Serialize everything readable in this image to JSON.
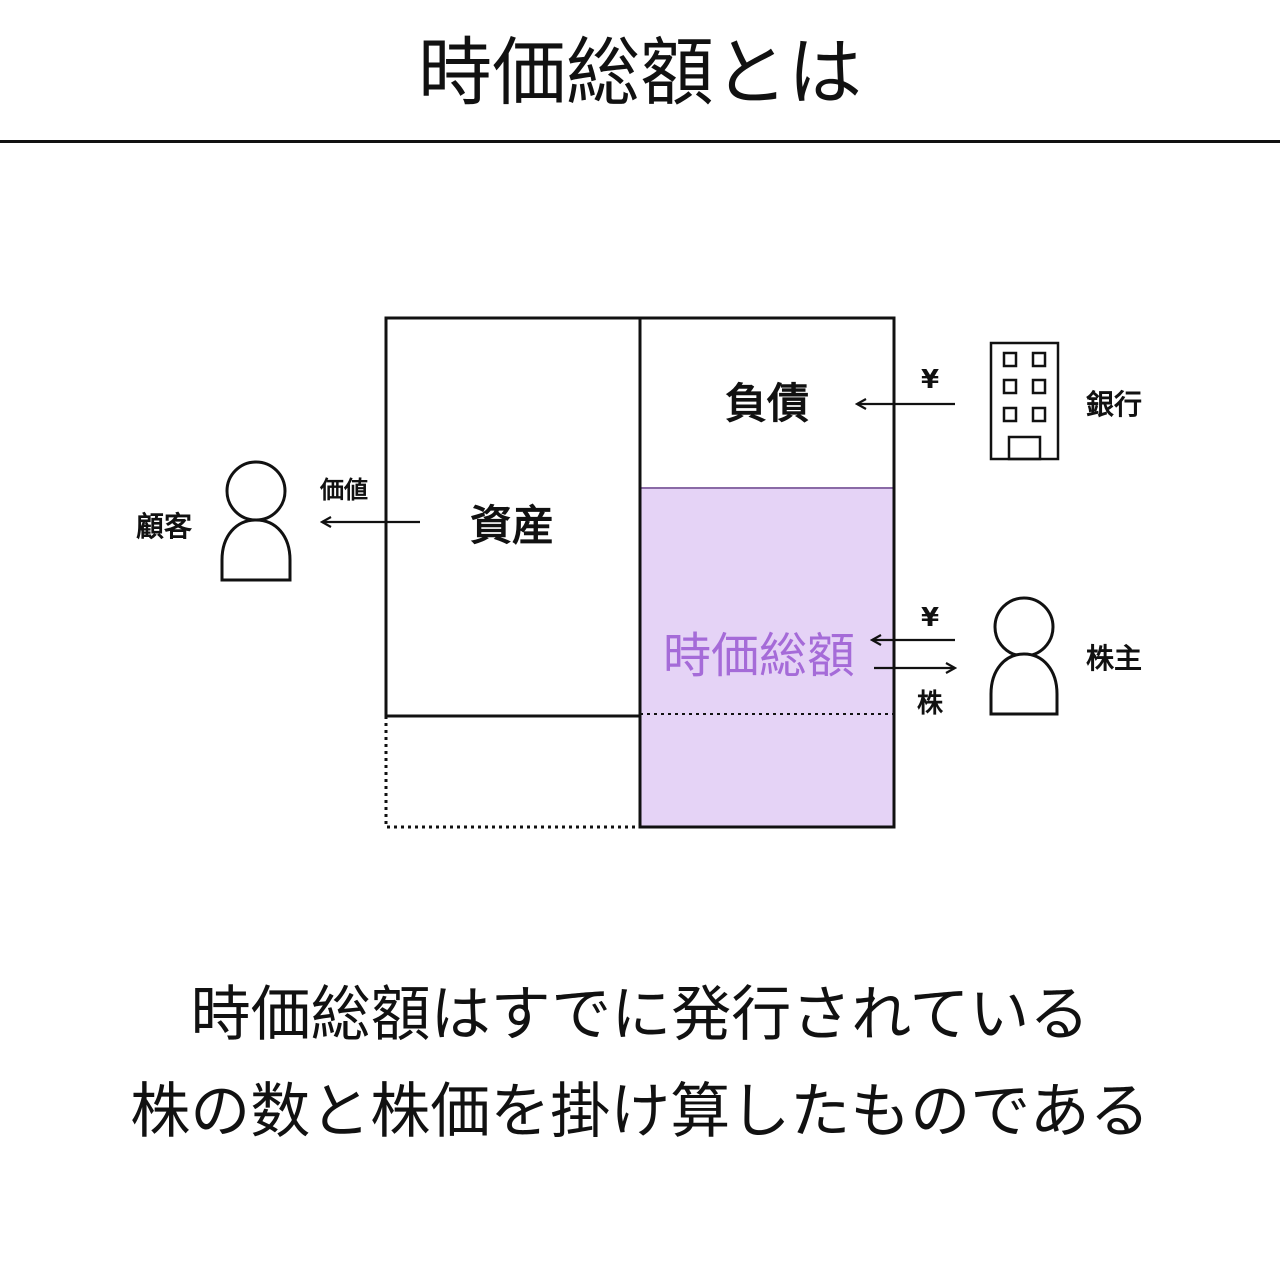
{
  "title": "時価総額とは",
  "diagram": {
    "assets_label": "資産",
    "liabilities_label": "負債",
    "market_cap_label": "時価総額",
    "customer_label": "顧客",
    "value_label": "価値",
    "bank_label": "銀行",
    "shareholder_label": "株主",
    "yen_to_liabilities": "¥",
    "yen_to_market_cap": "¥",
    "stock_to_shareholder": "株"
  },
  "caption": {
    "line1": "時価総額はすでに発行されている",
    "line2": "株の数と株価を掛け算したものである"
  },
  "colors": {
    "market_cap_fill": "#e5d3f6",
    "market_cap_text": "#a56bd8",
    "market_cap_edge": "#8a6aa6",
    "line": "#111111"
  }
}
